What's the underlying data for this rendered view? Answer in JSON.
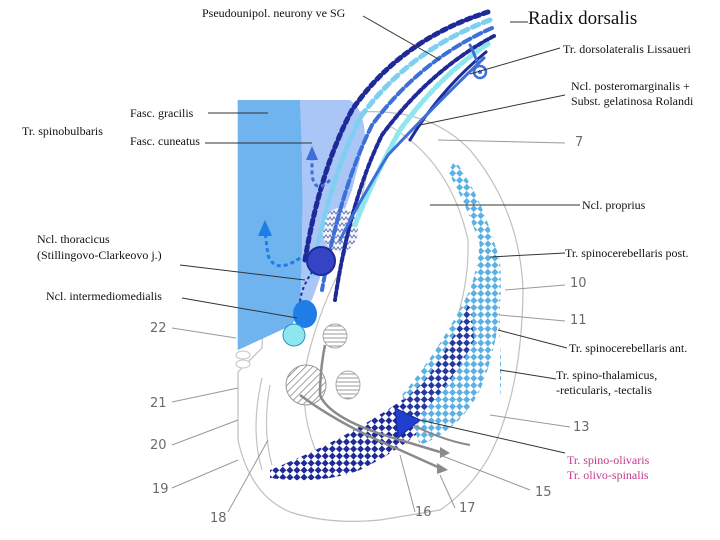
{
  "labels": {
    "pseudounipol": "Pseudounipol. neurony ve SG",
    "radix_dorsalis": "Radix dorsalis",
    "lissaueri": "Tr. dorsolateralis Lissaueri",
    "posteromarginalis_1": "Ncl. posteromarginalis +",
    "posteromarginalis_2": "Subst. gelatinosa Rolandi",
    "fasc_gracilis": "Fasc. gracilis",
    "tr_spinobulbaris": "Tr. spinobulbaris",
    "fasc_cuneatus": "Fasc. cuneatus",
    "ncl_proprius": "Ncl. proprius",
    "thoracicus_1": "Ncl. thoracicus",
    "thoracicus_2": "(Stillingovo-Clarkeovo j.)",
    "spinocerebellaris_post": "Tr. spinocerebellaris post.",
    "intermediomedialis": "Ncl. intermediomedialis",
    "spinocerebellaris_ant": "Tr. spinocerebellaris ant.",
    "spinothalamicus_1": "Tr. spino-thalamicus,",
    "spinothalamicus_2": "-reticularis, -tectalis",
    "spino_olivaris": "Tr. spino-olivaris",
    "olivo_spinalis": "Tr. olivo-spinalis"
  },
  "numbers": {
    "n7": "7",
    "n10": "10",
    "n11": "11",
    "n13": "13",
    "n15": "15",
    "n16": "16",
    "n17": "17",
    "n18": "18",
    "n19": "19",
    "n20": "20",
    "n21": "21",
    "n22": "22"
  },
  "colors": {
    "gracilis": "#6fb3ef",
    "cuneatus": "#a9c6f7",
    "navy": "#1f2a99",
    "medium_blue": "#3d6fd8",
    "light_blue": "#7fcff0",
    "aqua": "#8ee6ef",
    "bright_blue": "#1f7ee6",
    "checker_light": "#5cb1e3",
    "grey_line": "#8a8a8a",
    "olivaris_pink": "#c23b8a"
  }
}
